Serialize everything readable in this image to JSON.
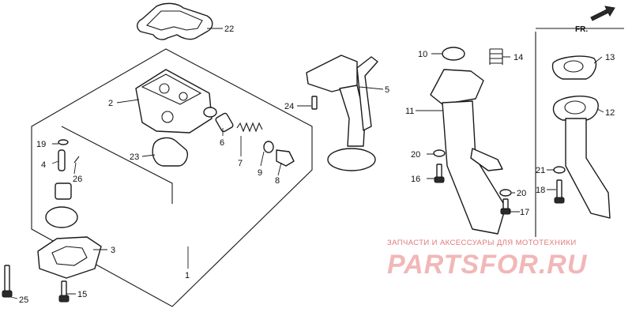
{
  "direction_label": "FR.",
  "callouts": {
    "c1": "1",
    "c2": "2",
    "c3": "3",
    "c4": "4",
    "c5": "5",
    "c6": "6",
    "c7": "7",
    "c8": "8",
    "c9": "9",
    "c10": "10",
    "c11": "11",
    "c12": "12",
    "c13": "13",
    "c14": "14",
    "c15": "15",
    "c16": "16",
    "c17": "17",
    "c18": "18",
    "c19": "19",
    "c20a": "20",
    "c20b": "20",
    "c21": "21",
    "c22": "22",
    "c23": "23",
    "c24": "24",
    "c25": "25",
    "c26": "26"
  },
  "watermark": {
    "subtitle": "ЗАПЧАСТИ И АКСЕССУАРЫ ДЛЯ МОТОТЕХНИКИ",
    "logo": "PARTSFOR.RU"
  },
  "colors": {
    "line": "#1a1a1a",
    "watermark_text": "#e07a7a",
    "watermark_logo": "#f1b7b7"
  }
}
